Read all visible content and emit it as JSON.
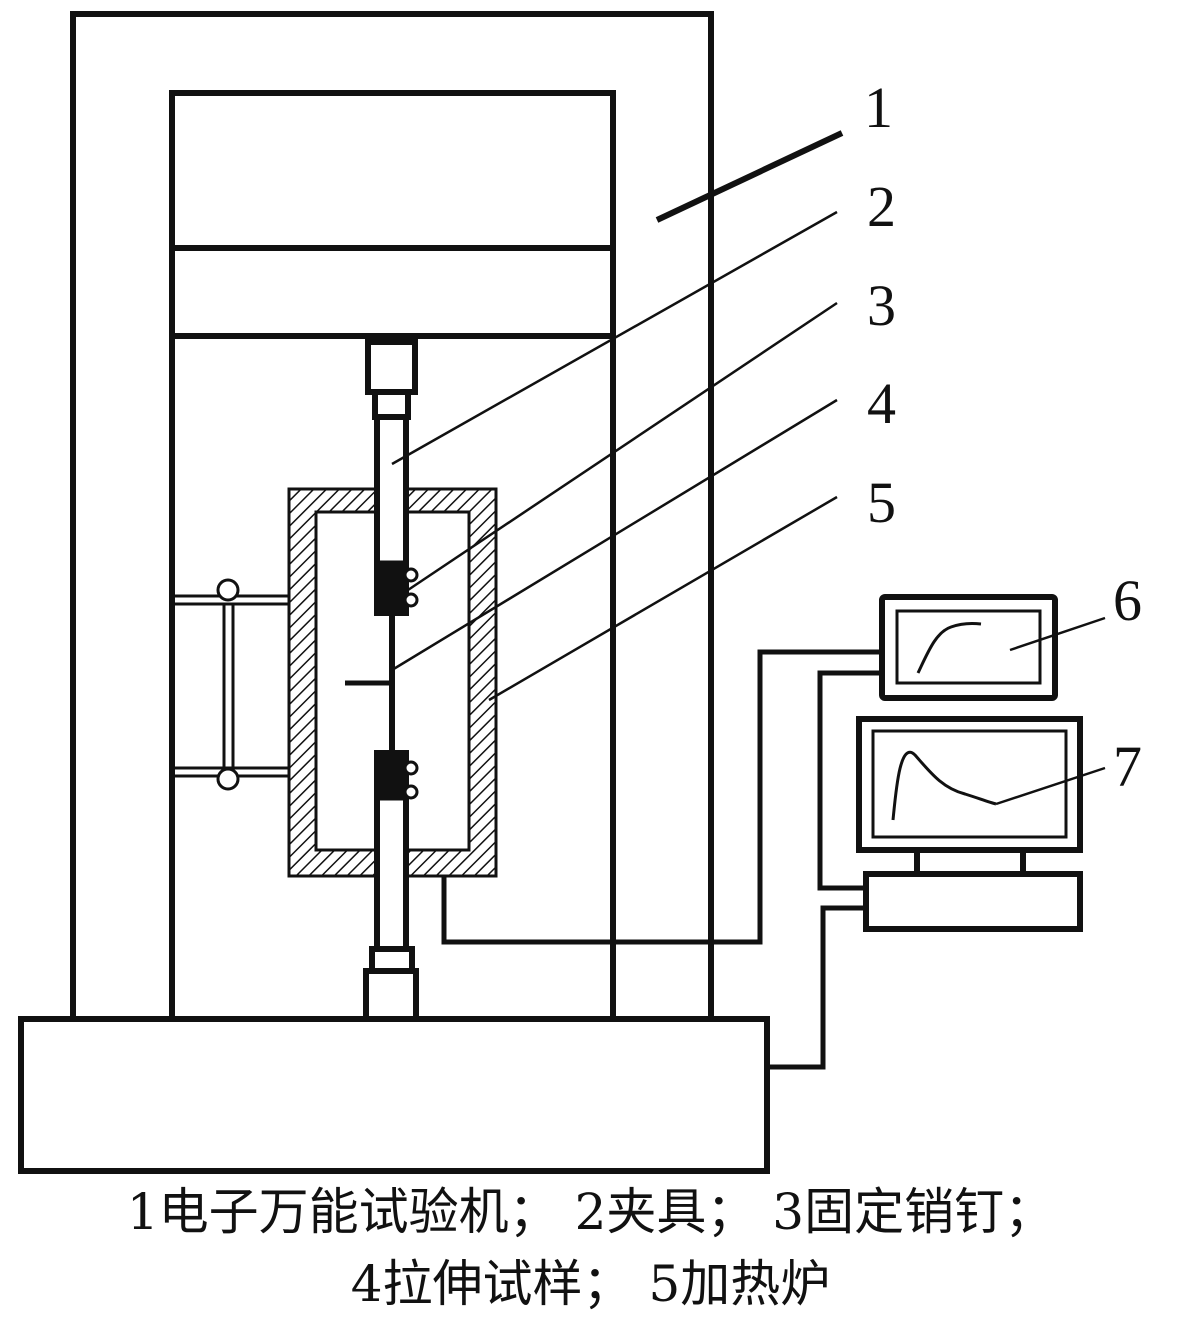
{
  "callouts": [
    "1",
    "2",
    "3",
    "4",
    "5",
    "6",
    "7"
  ],
  "caption": {
    "line1": "1电子万能试验机； 2夹具； 3固定销钉；",
    "line2": "4拉伸试样； 5加热炉"
  },
  "colors": {
    "stroke": "#111111",
    "background": "#ffffff"
  }
}
